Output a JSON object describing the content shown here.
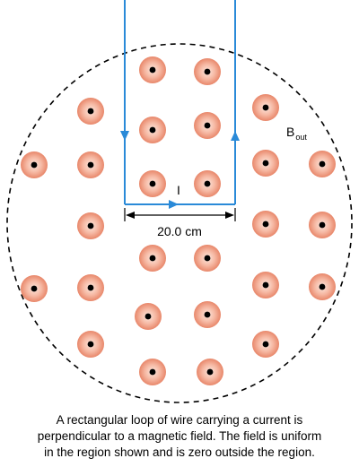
{
  "figure": {
    "labels": {
      "current": "I",
      "width": "20.0 cm",
      "field_main": "B",
      "field_sub": "out"
    },
    "colors": {
      "wire": "#2a8ad8",
      "field_region_border": "#000000",
      "field_symbol_outer": "#f0a088",
      "field_symbol_inner": "#000000"
    },
    "field_symbol": "dot-out-of-page-icon"
  },
  "caption": {
    "lines": [
      "A rectangular loop of wire carrying a current is",
      "perpendicular to a magnetic field. The field is uniform",
      "in the region shown and is zero outside the region."
    ]
  }
}
